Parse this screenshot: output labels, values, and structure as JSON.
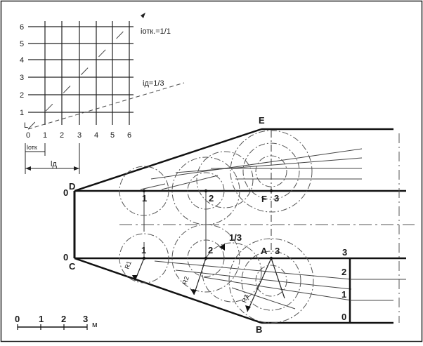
{
  "grid": {
    "x_ticks": [
      "0",
      "1",
      "2",
      "3",
      "4",
      "5",
      "6"
    ],
    "y_ticks": [
      "1",
      "2",
      "3",
      "4",
      "5",
      "6"
    ],
    "corner_label": "L",
    "slope_side_label": "iотк.=1/1",
    "slope_long_label": "iд=1/3",
    "dim_short_label": "lотк",
    "dim_long_label": "lд"
  },
  "points": {
    "E": "E",
    "D": "D",
    "C": "C",
    "B": "B",
    "A": "A",
    "F": "F"
  },
  "elevations": {
    "top_left": "0",
    "bottom_left": "0",
    "top_marks": [
      "1",
      "2",
      "3"
    ],
    "bottom_marks": [
      "1",
      "2",
      "3"
    ]
  },
  "radii": {
    "r1": "R1",
    "r2": "R2",
    "r3": "R3"
  },
  "slope_arrow_label": "1/3",
  "right_section": {
    "top": "3",
    "marks": [
      "2",
      "1",
      "0"
    ]
  },
  "scale_bar": {
    "ticks": [
      "0",
      "1",
      "2",
      "3"
    ],
    "unit": "м"
  }
}
